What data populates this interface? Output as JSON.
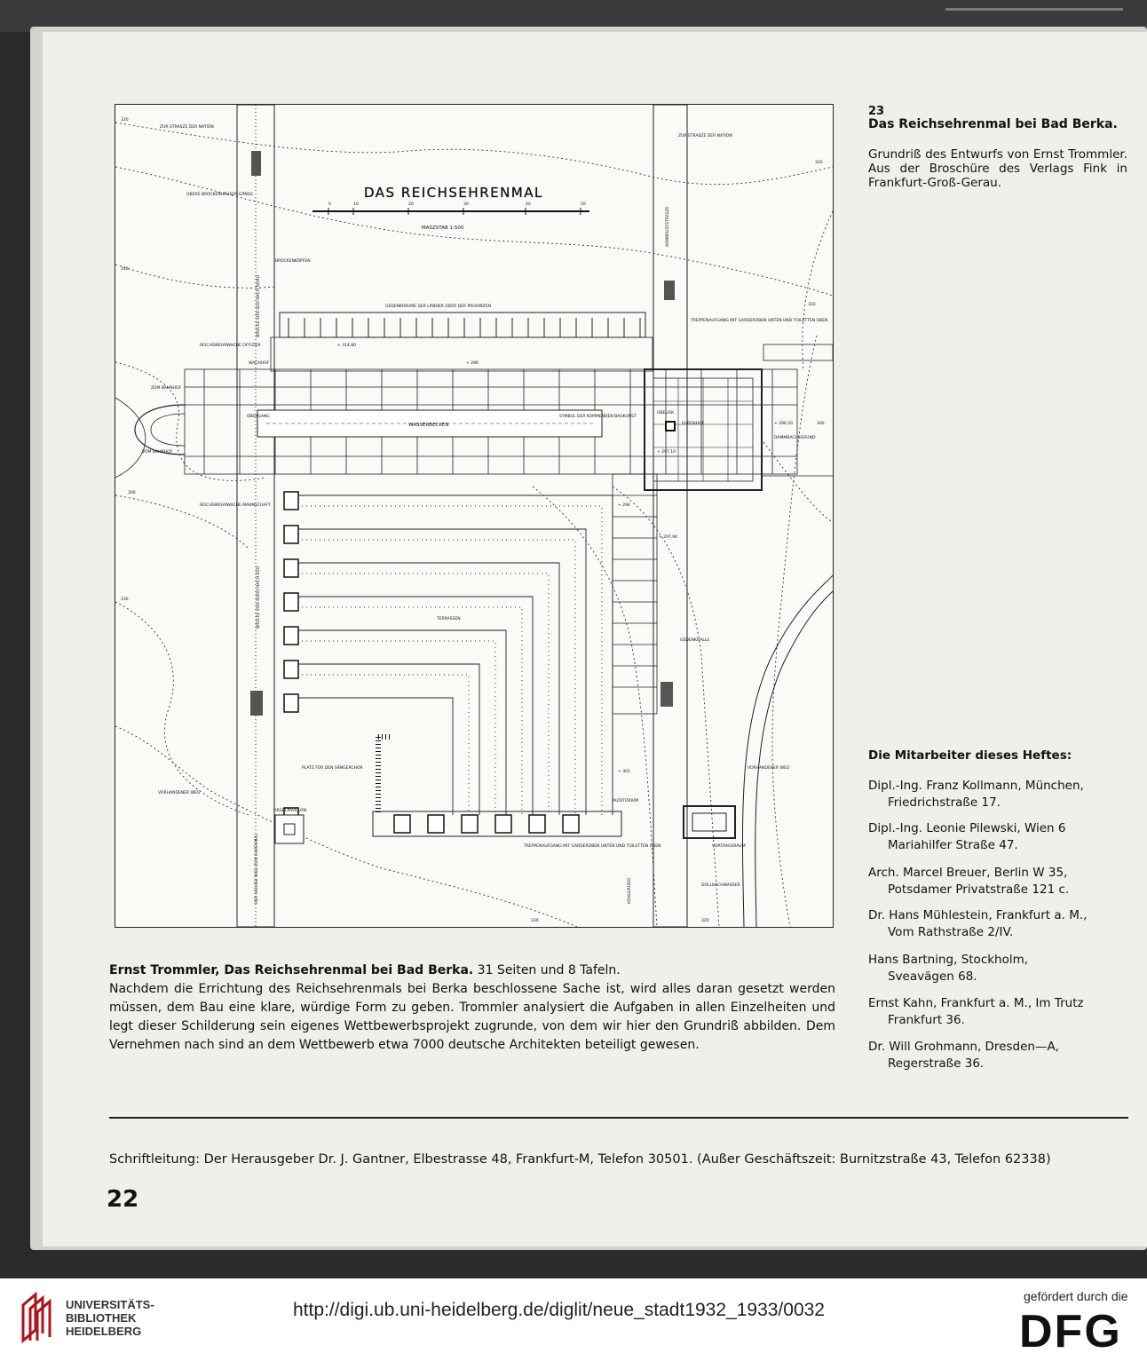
{
  "figure": {
    "number": "23",
    "title": "Das Reichsehrenmal bei Bad Berka.",
    "caption": "Grundriß des Entwurfs von Ernst Trommler. Aus der Broschüre des Verlags Fink in Frankfurt-Groß-Gerau."
  },
  "plan": {
    "title": "DAS REICHSEHRENMAL",
    "scale": "MASZSTAB 1:500",
    "scale_ticks": [
      "0",
      "10",
      "20",
      "30",
      "40",
      "50"
    ],
    "labels": {
      "street_nation_left": "ZUR STRASZE DER NATION",
      "street_nation_right": "ZUR STRASZE DER NATION",
      "armbrust": "ARMBRUSTSTRASZE",
      "bridge_label": "BRÜCKENKÖPFEN",
      "upper_bridge": "OBERE BRÜCKENHÄUSER-GÄNGE",
      "bridge_north": "BRÜCKE VON SÜD NACH NORD",
      "bridge_south": "BRÜCKE VON NORD NACH SÜD",
      "gedenkraeume": "GEDENKRÄUME DER LÄNDER ODER DER PROVINZEN",
      "treppen_top": "TREPPENAUFGANG MIT GARDEROBEN UNTEN UND TOILETTEN OBEN",
      "reichswehr_top": "REICHSWEHRWACHE OFFIZIER",
      "wache": "WACHHOF",
      "bahnhof_left": "ZUM BAHNHOF",
      "bahnhof_vom": "VOM BAHNHOF",
      "uebergang": "ÜBERGANG",
      "wasserbecken": "WASSERBECKEN",
      "symbol": "SYMBOL DER KOMMENDEN BAUKUNST",
      "ehrenhof": "EHRENHOF",
      "obelisk": "OBELISK",
      "dammbach": "DAMMBACHSGRUND",
      "reichswehr_bottom": "REICHSWEHRWACHE MANNSCHAFT",
      "terrassen": "TERRASSEN",
      "gedenkhalle": "GEDENKHALLE",
      "platz": "PLATZ FÜR DEN SÄNGERCHOR",
      "vorhandener_weg": "VORHANDENER WEG",
      "orgel": "ORGELPAVILLON",
      "heilige_weg": "DER HEILIGE WEG ZUM EHRENMAL",
      "vorhandener_weg_right": "VORHANDENER WEG",
      "treppen_bottom": "TREPPENAUFGANG MIT GARDEROBEN UNTEN UND TOILETTEN OBEN",
      "vortragsraum": "VORTRAGSRAUM",
      "kohlgrund": "KOHLGRUND",
      "dollenwasser": "DOLLBACHWASSER",
      "auditorium": "AUDITORIUM"
    },
    "contours": [
      "320",
      "310",
      "300",
      "310",
      "320",
      "330",
      "300",
      "330",
      "320"
    ],
    "spot_heights": [
      "+ 314,80",
      "+ 296",
      "+ 296,50",
      "+ 297,10",
      "+ 294",
      "+ 297,90",
      "+ 301"
    ]
  },
  "contributors": {
    "heading": "Die Mitarbeiter dieses Heftes:",
    "items": [
      {
        "line1": "Dipl.-Ing. Franz Kollmann, München,",
        "line2": "Friedrichstraße 17."
      },
      {
        "line1": "Dipl.-Ing. Leonie Pilewski, Wien 6",
        "line2": "Mariahilfer Straße 47."
      },
      {
        "line1": "Arch. Marcel Breuer, Berlin W 35,",
        "line2": "Potsdamer Privatstraße 121 c."
      },
      {
        "line1": "Dr. Hans Mühlestein, Frankfurt a. M.,",
        "line2": "Vom Rathstraße 2/IV."
      },
      {
        "line1": "Hans Bartning, Stockholm,",
        "line2": "Sveavägen 68."
      },
      {
        "line1": "Ernst Kahn, Frankfurt a. M., Im Trutz",
        "line2": "Frankfurt 36."
      },
      {
        "line1": "Dr. Will Grohmann, Dresden—A,",
        "line2": "Regerstraße 36."
      }
    ]
  },
  "review": {
    "title": "Ernst Trommler, Das Reichsehrenmal bei Bad Berka.",
    "pages": " 31 Seiten und 8 Tafeln.",
    "body": "Nachdem die Errichtung des Reichsehrenmals bei Berka beschlossene Sache ist, wird alles daran gesetzt werden müssen, dem Bau eine klare, würdige Form zu geben. Trommler analysiert die Aufgaben in allen Einzelheiten und legt dieser Schilderung sein eigenes Wettbewerbsprojekt zugrunde, von dem wir hier den Grundriß abbilden. Dem Vernehmen nach sind an dem Wettbewerb etwa 7000 deutsche Architekten beteiligt gewesen."
  },
  "editor_line": "Schriftleitung: Der Herausgeber Dr. J. Gantner, Elbestrasse 48, Frankfurt-M, Telefon 30501. (Außer Geschäftszeit: Burnitzstraße 43, Telefon 62338)",
  "page_number": "22",
  "footer": {
    "library_lines": [
      "UNIVERSITÄTS-",
      "BIBLIOTHEK",
      "HEIDELBERG"
    ],
    "url": "http://digi.ub.uni-heidelberg.de/diglit/neue_stadt1932_1933/0032",
    "funded_by": "gefördert durch die",
    "dfg": "DFG"
  }
}
